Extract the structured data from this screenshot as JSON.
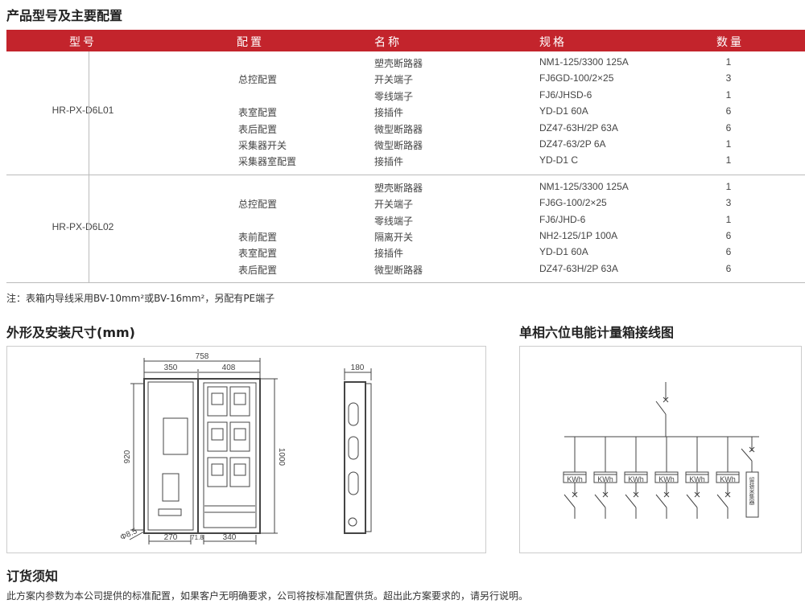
{
  "section1_title": "产品型号及主要配置",
  "table": {
    "headers": [
      "型号",
      "配置",
      "名称",
      "规格",
      "数量"
    ],
    "groups": [
      {
        "model": "HR-PX-D6L01",
        "rows": [
          {
            "config": "",
            "name": "塑壳断路器",
            "spec": "NM1-125/3300 125A",
            "qty": "1"
          },
          {
            "config": "总控配置",
            "name": "开关端子",
            "spec": "FJ6GD-100/2×25",
            "qty": "3"
          },
          {
            "config": "",
            "name": "零线端子",
            "spec": "FJ6/JHSD-6",
            "qty": "1"
          },
          {
            "config": "表室配置",
            "name": "接插件",
            "spec": "YD-D1 60A",
            "qty": "6"
          },
          {
            "config": "表后配置",
            "name": "微型断路器",
            "spec": "DZ47-63H/2P 63A",
            "qty": "6"
          },
          {
            "config": "采集器开关",
            "name": "微型断路器",
            "spec": "DZ47-63/2P 6A",
            "qty": "1"
          },
          {
            "config": "采集器室配置",
            "name": "接插件",
            "spec": "YD-D1 C",
            "qty": "1"
          }
        ]
      },
      {
        "model": "HR-PX-D6L02",
        "rows": [
          {
            "config": "",
            "name": "塑壳断路器",
            "spec": "NM1-125/3300 125A",
            "qty": "1"
          },
          {
            "config": "总控配置",
            "name": "开关端子",
            "spec": "FJ6G-100/2×25",
            "qty": "3"
          },
          {
            "config": "",
            "name": "零线端子",
            "spec": "FJ6/JHD-6",
            "qty": "1"
          },
          {
            "config": "表前配置",
            "name": "隔离开关",
            "spec": "NH2-125/1P 100A",
            "qty": "6"
          },
          {
            "config": "表室配置",
            "name": "接插件",
            "spec": "YD-D1 60A",
            "qty": "6"
          },
          {
            "config": "表后配置",
            "name": "微型断路器",
            "spec": "DZ47-63H/2P 63A",
            "qty": "6"
          }
        ]
      }
    ]
  },
  "note": "注：表箱内导线采用BV-10mm²或BV-16mm²，另配有PE端子",
  "section2_title": "外形及安装尺寸(mm)",
  "dimensions": {
    "total_width": "758",
    "left_width": "350",
    "right_width": "408",
    "height_left": "920",
    "height_right": "1000",
    "bottom_left": "270",
    "bottom_mid": "71.8",
    "bottom_right": "340",
    "hole": "Φ8.5",
    "depth": "180"
  },
  "section3_title": "单相六位电能计量箱接线图",
  "wiring": {
    "meter_label": "KWh",
    "collector_label": "留装采集器"
  },
  "section4_title": "订货须知",
  "order_text": "此方案内参数为本公司提供的标准配置，如果客户无明确要求，公司将按标准配置供货。超出此方案要求的，请另行说明。",
  "colors": {
    "header_red": "#c3242c"
  }
}
